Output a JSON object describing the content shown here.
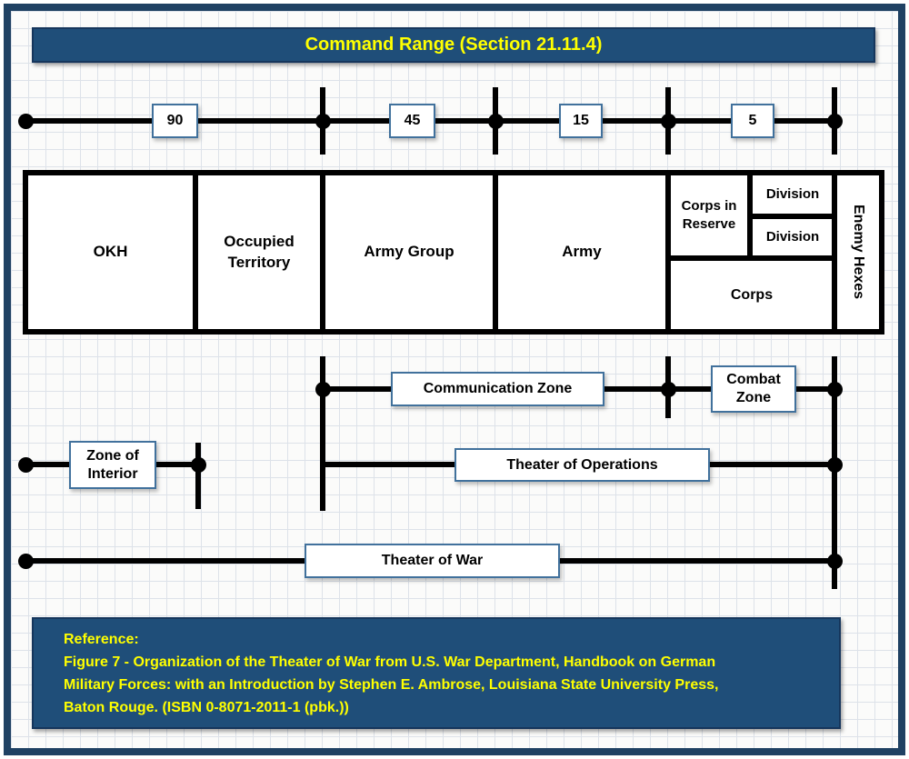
{
  "title": {
    "text": "Command Range (Section 21.11.4)"
  },
  "ruler": {
    "values": [
      "90",
      "45",
      "15",
      "5"
    ]
  },
  "org": {
    "okh": "OKH",
    "occupied_territory": "Occupied Territory",
    "army_group": "Army Group",
    "army": "Army",
    "corps_in_reserve": "Corps in Reserve",
    "division_top": "Division",
    "division_bottom": "Division",
    "corps": "Corps",
    "enemy_hexes": "Enemy Hexes"
  },
  "zones": {
    "communication_zone": "Communication Zone",
    "combat_zone": "Combat Zone",
    "zone_of_interior": "Zone of Interior",
    "theater_of_operations": "Theater of Operations",
    "theater_of_war": "Theater of War"
  },
  "reference": {
    "heading": "Reference:",
    "line1": "Figure 7 - Organization of the Theater of War from U.S. War Department, Handbook on German",
    "line2": "Military Forces: with an Introduction by Stephen E. Ambrose, Louisiana State University Press,",
    "line3": "Baton Rouge. (ISBN 0-8071-2011-1 (pbk.))"
  },
  "colors": {
    "banner_blue": "#1F4E79",
    "frame_blue": "#1F4163",
    "accent_box_border": "#41719C",
    "text_yellow": "#FFFF00",
    "line_black": "#000000"
  }
}
